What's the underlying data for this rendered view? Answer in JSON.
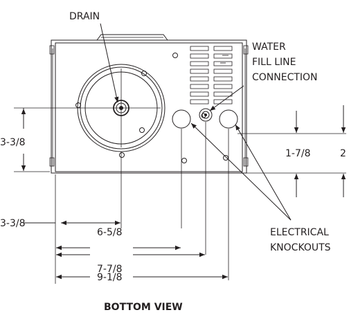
{
  "view": {
    "title": "BOTTOM VIEW"
  },
  "callouts": {
    "drain": "DRAIN",
    "water_fill": [
      "WATER",
      "FILL LINE",
      "CONNECTION"
    ],
    "knockouts": [
      "ELECTRICAL",
      "KNOCKOUTS"
    ]
  },
  "dimensions": {
    "drain_vertical": "3-3/8",
    "drain_horizontal": "3-3/8",
    "knockout_left": "6-5/8",
    "water_fill": "7-7/8",
    "knockout_right": "9-1/8",
    "knockout_height": "1-7/8",
    "overall_height_partial": "2"
  },
  "colors": {
    "line": "#231f20",
    "background": "#ffffff"
  }
}
